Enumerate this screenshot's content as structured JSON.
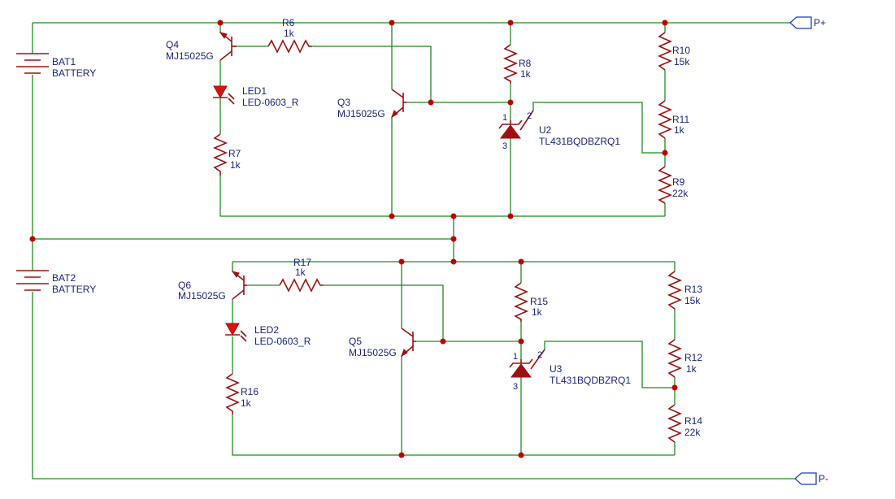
{
  "colors": {
    "wire": "#1f8a1f",
    "component": "#a01010",
    "junction": "#c00000",
    "label": "#1a237e",
    "port": "#1f3fbf"
  },
  "ports": {
    "pos": "P+",
    "neg": "P-"
  },
  "batteries": [
    {
      "ref": "BAT1",
      "value": "BATTERY"
    },
    {
      "ref": "BAT2",
      "value": "BATTERY"
    }
  ],
  "cell1": {
    "q_top": {
      "ref": "Q4",
      "value": "MJ15025G"
    },
    "q_mid": {
      "ref": "Q3",
      "value": "MJ15025G"
    },
    "r_base": {
      "ref": "R6",
      "value": "1k"
    },
    "led": {
      "ref": "LED1",
      "value": "LED-0603_R"
    },
    "r_led": {
      "ref": "R7",
      "value": "1k"
    },
    "r_ref": {
      "ref": "R8",
      "value": "1k"
    },
    "reg": {
      "ref": "U2",
      "value": "TL431BQDBZRQ1",
      "pins": [
        "1",
        "2",
        "3"
      ]
    },
    "div_top": {
      "ref": "R10",
      "value": "15k"
    },
    "div_mid": {
      "ref": "R11",
      "value": "1k"
    },
    "div_bot": {
      "ref": "R9",
      "value": "22k"
    }
  },
  "cell2": {
    "q_top": {
      "ref": "Q6",
      "value": "MJ15025G"
    },
    "q_mid": {
      "ref": "Q5",
      "value": "MJ15025G"
    },
    "r_base": {
      "ref": "R17",
      "value": "1k"
    },
    "led": {
      "ref": "LED2",
      "value": "LED-0603_R"
    },
    "r_led": {
      "ref": "R16",
      "value": "1k"
    },
    "r_ref": {
      "ref": "R15",
      "value": "1k"
    },
    "reg": {
      "ref": "U3",
      "value": "TL431BQDBZRQ1",
      "pins": [
        "1",
        "2",
        "3"
      ]
    },
    "div_top": {
      "ref": "R13",
      "value": "15k"
    },
    "div_mid": {
      "ref": "R12",
      "value": "1k"
    },
    "div_bot": {
      "ref": "R14",
      "value": "22k"
    }
  }
}
